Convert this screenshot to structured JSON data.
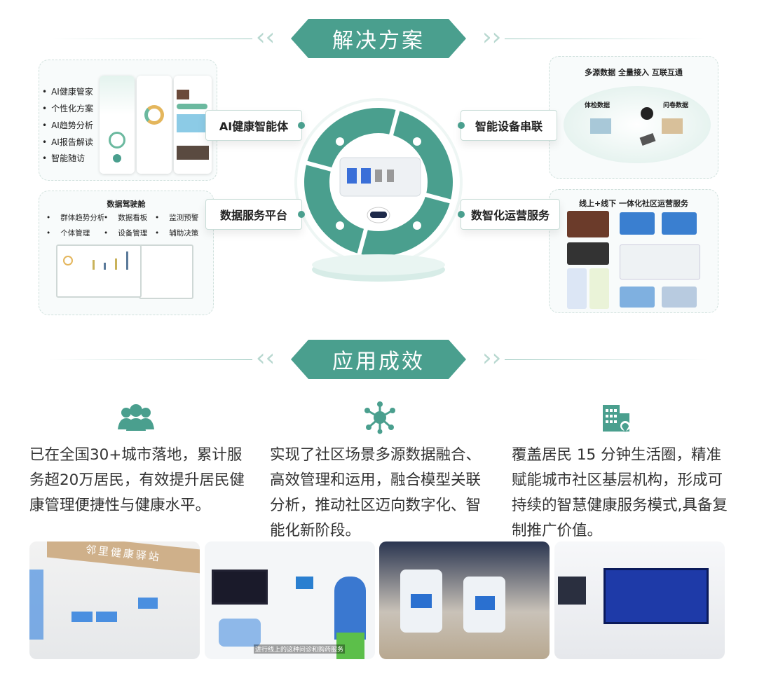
{
  "solution": {
    "title": "解决方案",
    "ai_panel": {
      "items": [
        "AI健康管家",
        "个性化方案",
        "AI趋势分析",
        "AI报告解读",
        "智能随访"
      ]
    },
    "cockpit_panel": {
      "title": "数据驾驶舱",
      "items": [
        "群体趋势分析",
        "数据看板",
        "监测预警",
        "个体管理",
        "设备管理",
        "辅助决策"
      ]
    },
    "device_panel": {
      "title": "多源数据 全量接入 互联互通",
      "tags": [
        "体检数据",
        "问卷数据"
      ]
    },
    "ops_panel": {
      "title": "线上+线下 一体化社区运营服务"
    },
    "labels": {
      "ai_agent": "AI健康智能体",
      "data_platform": "数据服务平台",
      "device_link": "智能设备串联",
      "digital_ops": "数智化运营服务"
    }
  },
  "effects": {
    "title": "应用成效",
    "items": [
      {
        "icon": "people-icon",
        "text": "已在全国30+城市落地，累计服务超20万居民，有效提升居民健康管理便捷性与健康水平。"
      },
      {
        "icon": "network-icon",
        "text": "实现了社区场景多源数据融合、高效管理和运用，融合模型关联分析，推动社区迈向数字化、智能化新阶段。"
      },
      {
        "icon": "building-location-icon",
        "text": "覆盖居民 15 分钟生活圈，精准赋能城市社区基层机构，形成可持续的智慧健康服务模式,具备复制推广价值。"
      }
    ],
    "photos": [
      {
        "sign": "邻里健康驿站"
      },
      {
        "caption": "进行线上的这种问诊和购药服务"
      },
      {},
      {}
    ]
  },
  "colors": {
    "accent": "#4a9f8e",
    "accent_light": "#cfe0dc"
  }
}
